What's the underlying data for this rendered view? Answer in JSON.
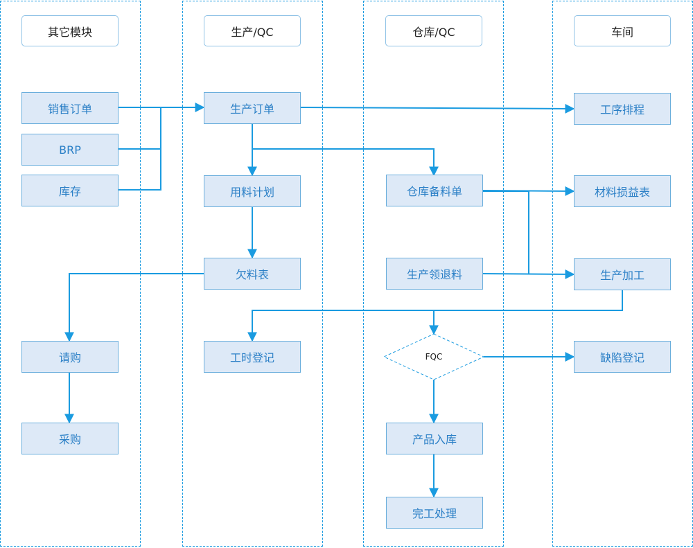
{
  "colors": {
    "accent": "#1a9be0",
    "node_fill": "#dde9f7",
    "node_border": "#6aaedc",
    "node_text": "#2a7fc6"
  },
  "lanes": {
    "other": "其它模块",
    "production_qc": "生产/QC",
    "warehouse_qc": "仓库/QC",
    "workshop": "车间"
  },
  "nodes": {
    "sales_order": "销售订单",
    "brp": "BRP",
    "inventory": "库存",
    "production_order": "生产订单",
    "material_plan": "用料计划",
    "shortage_list": "欠料表",
    "labor_hours": "工时登记",
    "requisition": "请购",
    "purchase": "采购",
    "warehouse_prep": "仓库备料单",
    "production_issue_return": "生产领退料",
    "fqc": "FQC",
    "product_stock_in": "产品入库",
    "completion": "完工处理",
    "process_scheduling": "工序排程",
    "material_loss_gain": "材料损益表",
    "production_processing": "生产加工",
    "defect_register": "缺陷登记"
  }
}
